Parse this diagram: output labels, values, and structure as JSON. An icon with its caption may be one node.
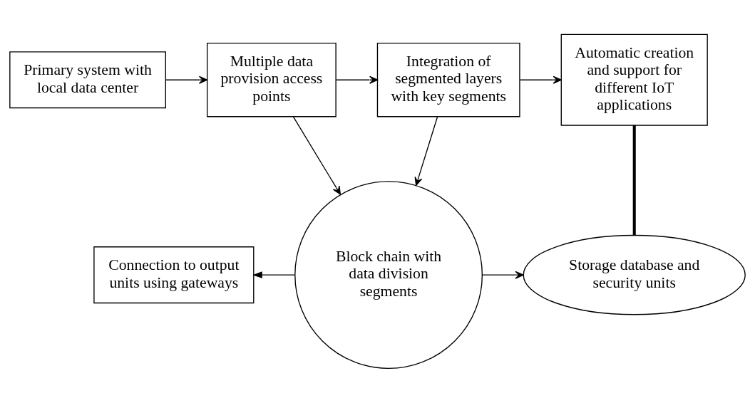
{
  "diagram": {
    "nodes": [
      {
        "text": [
          "Primary system with local data center"
        ]
      },
      {
        "text": [
          "Multiple data provision access points"
        ]
      },
      {
        "text": [
          "Integration of segmented layers with key segments"
        ]
      },
      {
        "text": [
          "Automatic creation and support for different IoT applications"
        ]
      },
      {
        "text": [
          "Block chain with data division segments"
        ]
      },
      {
        "text": [
          "Connection to output units using gateways"
        ]
      },
      {
        "text": [
          "Storage database and security units"
        ]
      }
    ],
    "edges": [
      {
        "from": 0,
        "to": 1,
        "arrow": "to"
      },
      {
        "from": 1,
        "to": 2,
        "arrow": "to"
      },
      {
        "from": 2,
        "to": 3,
        "arrow": "to"
      },
      {
        "from": 1,
        "to": 4,
        "arrow": "to"
      },
      {
        "from": 2,
        "to": 4,
        "arrow": "to"
      },
      {
        "from": 4,
        "to": 5,
        "arrow": "to"
      },
      {
        "from": 4,
        "to": 6,
        "arrow": "to"
      },
      {
        "from": 3,
        "to": 6,
        "arrow": "none",
        "style": "thick"
      }
    ]
  }
}
